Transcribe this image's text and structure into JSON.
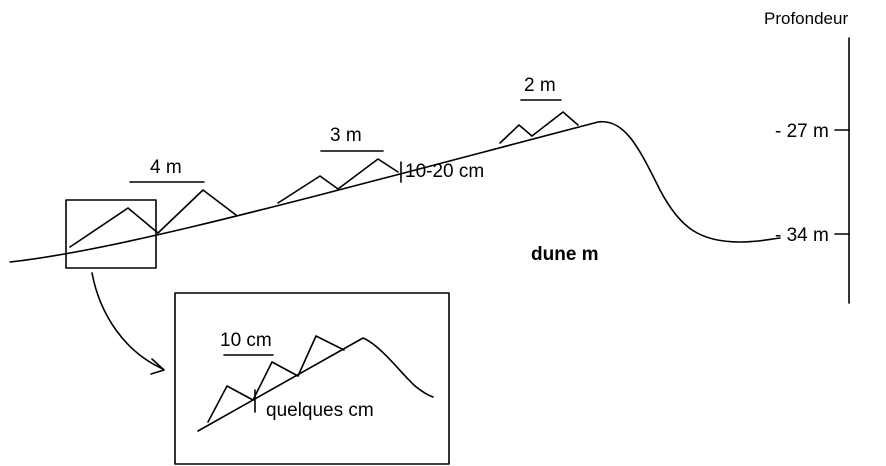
{
  "labels": {
    "depth_title": "Profondeur",
    "depth_27": "- 27 m",
    "depth_34": "- 34 m",
    "ripple_4m": "4 m",
    "ripple_3m": "3 m",
    "ripple_2m": "2 m",
    "height_10_20": "10-20 cm",
    "dune_label": "dune m",
    "inset_10cm": "10 cm",
    "inset_height": "quelques cm"
  }
}
